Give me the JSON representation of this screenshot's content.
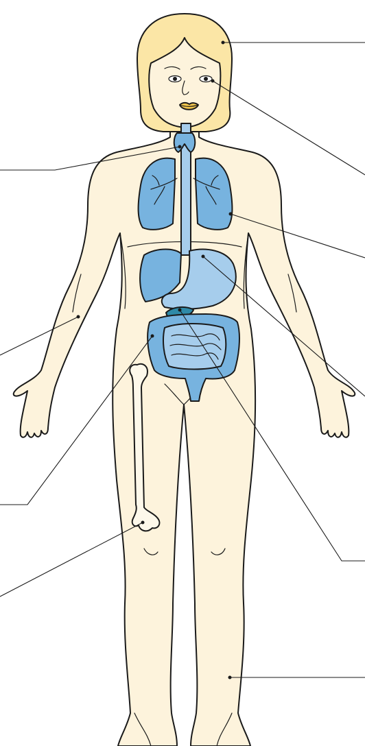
{
  "diagram": {
    "colors": {
      "skin": "#fdf3dc",
      "hair": "#fbe6a6",
      "organ_blue": "#77b3df",
      "organ_light_blue": "#a6cdec",
      "organ_dark_teal": "#2f8aa8",
      "bone": "#fdf8ea",
      "line": "#1a1a1a"
    },
    "labels": [
      {
        "name": "hair-label",
        "text": ""
      },
      {
        "name": "eye-label",
        "text": ""
      },
      {
        "name": "thyroid-label",
        "text": ""
      },
      {
        "name": "lung-label",
        "text": ""
      },
      {
        "name": "stomach-label",
        "text": ""
      },
      {
        "name": "arm-label",
        "text": ""
      },
      {
        "name": "hand-label",
        "text": ""
      },
      {
        "name": "intestine-label",
        "text": ""
      },
      {
        "name": "pancreas-label",
        "text": ""
      },
      {
        "name": "bone-label",
        "text": ""
      },
      {
        "name": "leg-label",
        "text": ""
      }
    ]
  }
}
